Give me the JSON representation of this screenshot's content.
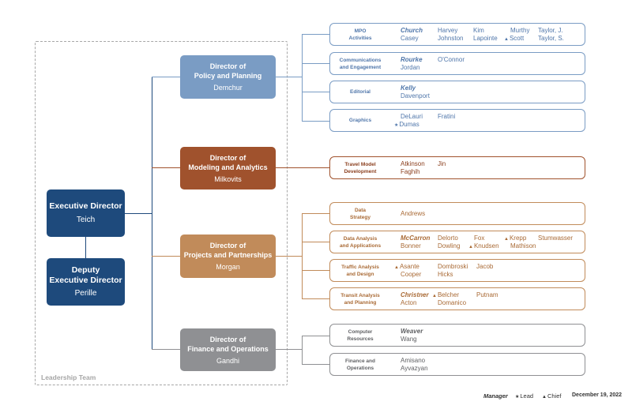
{
  "leadership": {
    "label": "Leadership Team",
    "executive": {
      "title_line1": "Executive Director",
      "name": "Teich"
    },
    "deputy": {
      "title_line1": "Deputy",
      "title_line2": "Executive Director",
      "name": "Perille"
    }
  },
  "directors": [
    {
      "title_line1": "Director of",
      "title_line2": "Policy and Planning",
      "name": "Demchur",
      "color": "#7a9cc4"
    },
    {
      "title_line1": "Director of",
      "title_line2": "Modeling and Analytics",
      "name": "Milkovits",
      "color": "#a0522d"
    },
    {
      "title_line1": "Director of",
      "title_line2": "Projects and Partnerships",
      "name": "Morgan",
      "color": "#c18b5a"
    },
    {
      "title_line1": "Director of",
      "title_line2": "Finance and Operations",
      "name": "Gandhi",
      "color": "#8f9093"
    }
  ],
  "teams": [
    {
      "name_line1": "MPO",
      "name_line2": "Activities",
      "members": [
        "Church",
        "Casey",
        "Harvey",
        "Johnston",
        "Kim",
        "Lapointe",
        "Murthy",
        "Scott",
        "Taylor, J.",
        "Taylor, S."
      ]
    },
    {
      "name_line1": "Communications",
      "name_line2": "and Engagement",
      "members": [
        "Rourke",
        "Jordan",
        "O'Connor"
      ]
    },
    {
      "name_line1": "Editorial",
      "name_line2": "",
      "members": [
        "Kelly",
        "Davenport"
      ]
    },
    {
      "name_line1": "Graphics",
      "name_line2": "",
      "members": [
        "DeLauri",
        "Dumas",
        "Fratini"
      ]
    },
    {
      "name_line1": "Travel Model",
      "name_line2": "Development",
      "members": [
        "Atkinson",
        "Faghih",
        "Jin"
      ]
    },
    {
      "name_line1": "Data",
      "name_line2": "Strategy",
      "members": [
        "Andrews"
      ]
    },
    {
      "name_line1": "Data Analysis",
      "name_line2": "and Applications",
      "members": [
        "McCarron",
        "Bonner",
        "Delorto",
        "Dowling",
        "Fox",
        "Knudsen",
        "Krepp",
        "Mathison",
        "Stumwasser"
      ]
    },
    {
      "name_line1": "Traffic Analysis",
      "name_line2": "and Design",
      "members": [
        "Asante",
        "Cooper",
        "Dombroski",
        "Hicks",
        "Jacob"
      ]
    },
    {
      "name_line1": "Transit Analysis",
      "name_line2": "and Planning",
      "members": [
        "Christner",
        "Acton",
        "Belcher",
        "Domanico",
        "Putnam"
      ]
    },
    {
      "name_line1": "Computer",
      "name_line2": "Resources",
      "members": [
        "Weaver",
        "Wang"
      ]
    },
    {
      "name_line1": "Finance and",
      "name_line2": "Operations",
      "members": [
        "Amisano",
        "Ayvazyan"
      ]
    }
  ],
  "legend": {
    "manager": "Manager",
    "lead": "Lead",
    "chief": "Chief",
    "date": "December 19, 2022"
  },
  "colors": {
    "blue": "#1e4a7c",
    "policy": "#7a9cc4",
    "modeling": "#a0522d",
    "projects": "#c18b5a",
    "finance": "#8f9093",
    "dashed": "#a6a6a6"
  },
  "icons": {
    "lead": "star-icon",
    "chief": "triangle-icon"
  }
}
